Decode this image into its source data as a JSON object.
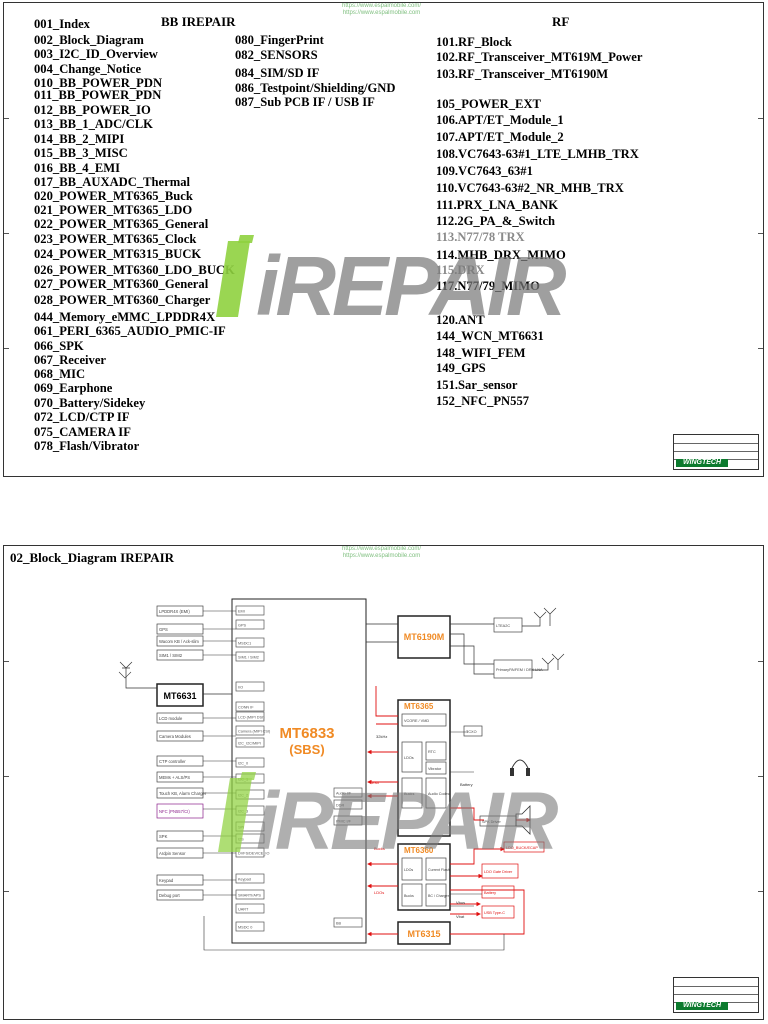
{
  "index_page": {
    "watermark_url": [
      "https://www.espalmobile.com/",
      "https://www.espalmobile.com"
    ],
    "bb_header": "BB  IREPAIR",
    "rf_header": "RF",
    "col1": [
      "001_Index",
      "002_Block_Diagram",
      "003_I2C_ID_Overview",
      "004_Change_Notice",
      "010_BB_POWER_PDN",
      "011_BB_POWER_PDN",
      "012_BB_POWER_IO",
      "013_BB_1_ADC/CLK",
      "014_BB_2_MIPI",
      "015_BB_3_MISC",
      "016_BB_4_EMI",
      "017_BB_AUXADC_Thermal",
      "020_POWER_MT6365_Buck",
      "021_POWER_MT6365_LDO",
      "022_POWER_MT6365_General",
      "023_POWER_MT6365_Clock",
      "024_POWER_MT6315_BUCK",
      "026_POWER_MT6360_LDO_BUCK",
      "027_POWER_MT6360_General",
      "028_POWER_MT6360_Charger",
      "044_Memory_eMMC_LPDDR4X",
      "061_PERI_6365_AUDIO_PMIC-IF",
      "066_SPK",
      "067_Receiver",
      "068_MIC",
      "069_Earphone",
      "070_Battery/Sidekey",
      "072_LCD/CTP IF",
      "075_CAMERA IF",
      "078_Flash/Vibrator"
    ],
    "col2": [
      "080_FingerPrint",
      "082_SENSORS",
      "084_SIM/SD IF",
      "086_Testpoint/Shielding/GND",
      "087_Sub PCB IF / USB IF"
    ],
    "col3": [
      "101.RF_Block",
      "102.RF_Transceiver_MT619M_Power",
      "103.RF_Transceiver_MT6190M",
      "105_POWER_EXT",
      "106.APT/ET_Module_1",
      "107.APT/ET_Module_2",
      "108.VC7643-63#1_LTE_LMHB_TRX",
      "109.VC7643_63#1",
      "110.VC7643-63#2_NR_MHB_TRX",
      "111.PRX_LNA_BANK",
      "112.2G_PA_&_Switch",
      "113.N77/78 TRX",
      "114.MHB_DRX_MIMO",
      "115.DRX",
      "117.N77/79_MIMO",
      "120.ANT",
      "144_WCN_MT6631",
      "148_WIFI_FEM",
      "149_GPS",
      "151.Sar_sensor",
      "152_NFC_PN557"
    ],
    "brand_logo_text": "iREPAIR",
    "titleblock_logo": "WINGTECH"
  },
  "block_page": {
    "title": "02_Block_Diagram IREPAIR",
    "watermark_url": [
      "https://www.espalmobile.com/",
      "https://www.espalmobile.com"
    ],
    "brand_logo_text": "iREPAIR",
    "titleblock_logo": "WINGTECH",
    "chips": {
      "soc": "MT6833",
      "soc_sub": "(SBS)",
      "rf": "MT6190M",
      "pmic": "MT6365",
      "charger": "MT6360",
      "buck": "MT6315",
      "wcn": "MT6631"
    },
    "left_blocks": [
      "LPDDR4X (EMI)",
      "GPS",
      "Wacom KB / Ack-slim",
      "SIM1 / SIM2",
      "LCD module",
      "Camera Modules",
      "CTP controller",
      "MEMs + ALS/PS",
      "Touch KB, Alarm Charger",
      "NFC (PN557/CI)",
      "SPK",
      "Ardpin Sensor",
      "Keypad",
      "Debug port"
    ],
    "soc_ports": [
      "EMI",
      "GPS",
      "MSDC1",
      "SIM1 / SIM2",
      "I/O",
      "CONN IF",
      "LCD (MIPI DSI)",
      "Camera (MIPI CSI)",
      "I2C_I2C/MIPI",
      "I2C_0",
      "I2C_1",
      "I2C_2",
      "I2C_3",
      "SPI",
      "I2S",
      "DVFS/DEVICE_IO",
      "Keypad",
      "SMARTI/APS",
      "UART",
      "MSDC 0",
      "Audio I/F",
      "DDR",
      "PMIC I/F",
      "BB"
    ],
    "pmic_blocks": [
      "VCORE / VMD",
      "RTC",
      "LDOs",
      "Vibrator",
      "Bucks",
      "Audio Codec"
    ],
    "charger_blocks": [
      "LDOs",
      "Current Flash",
      "Bucks",
      "BC / Charger"
    ],
    "right_blocks": [
      "LTEA2C",
      "PrimaryPA/FEM / DRX LNA",
      "TCXO",
      "Battery",
      "USB Type-C",
      "LDO_BUCK/ECAP",
      "LDO Gate Driver",
      "SPK Driver"
    ],
    "labels": [
      "32kHz",
      "Battery",
      "Vbus",
      "Vbat",
      "EMI",
      "Bucks",
      "LDOs"
    ]
  }
}
